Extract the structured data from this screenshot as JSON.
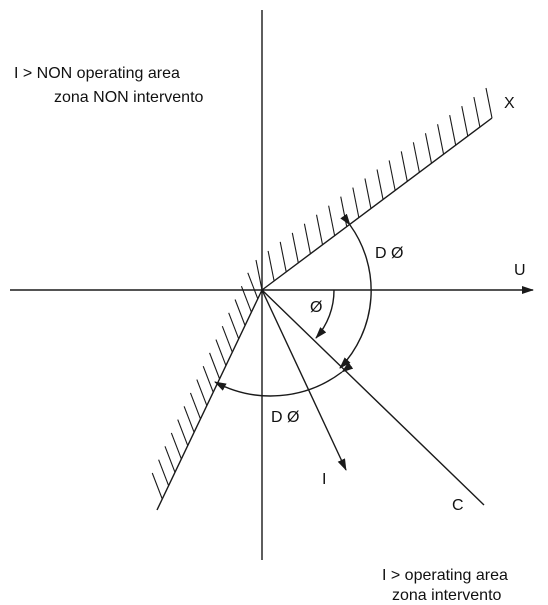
{
  "labels": {
    "non_operating_en": "I > NON operating area",
    "non_operating_it": "zona  NON intervento",
    "operating_en": "I > operating area",
    "operating_it": "zona  intervento",
    "axis_x": "X",
    "axis_u": "U",
    "axis_i": "I",
    "axis_c": "C",
    "delta_phi_upper": "D Ø",
    "delta_phi_lower": "D Ø",
    "phi": "Ø"
  },
  "colors": {
    "ink": "#1a1a1a"
  }
}
